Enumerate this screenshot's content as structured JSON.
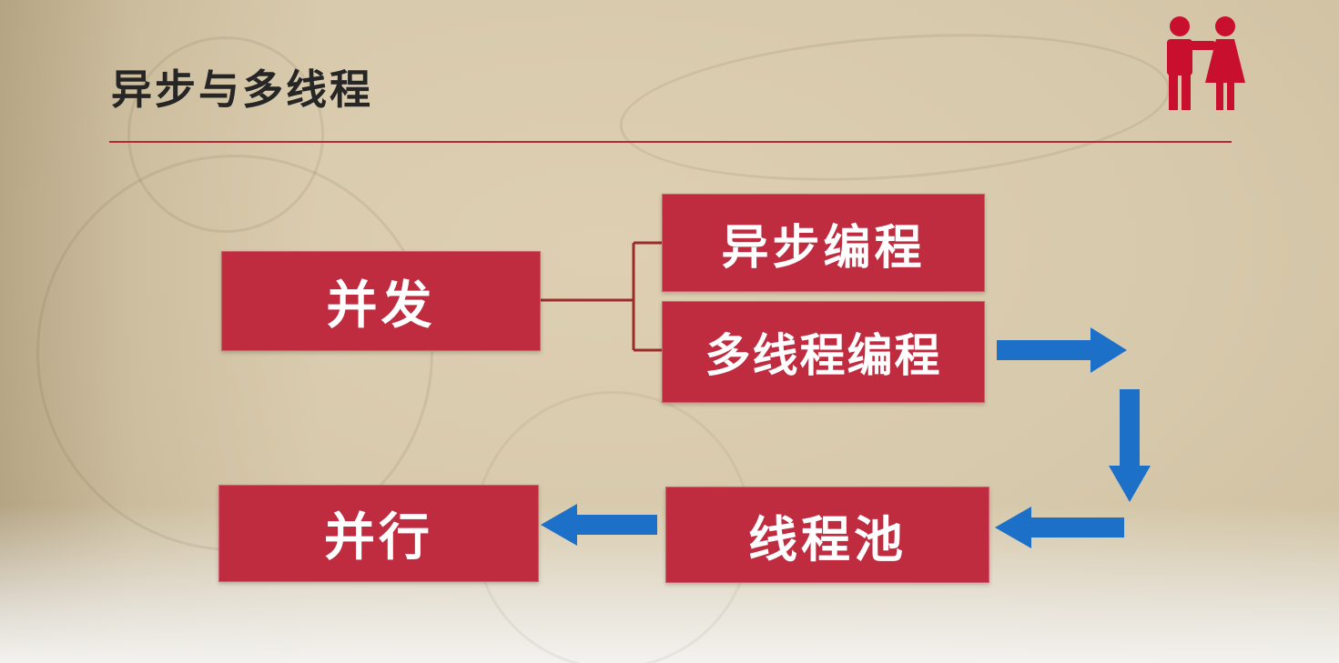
{
  "slide": {
    "title": "异步与多线程",
    "colors": {
      "background": "#d7c9ab",
      "box_red": "#bf2c40",
      "divider_red": "#b12a38",
      "connector_red": "#9a2d2a",
      "arrow_blue": "#1c70c8",
      "title_text": "#262626",
      "box_text": "#ffffff",
      "people_icon_red": "#c8102e"
    }
  },
  "diagram": {
    "nodes": {
      "concurrency": {
        "label": "并发"
      },
      "async_programming": {
        "label": "异步编程"
      },
      "multithread_programming": {
        "label": "多线程编程"
      },
      "parallel": {
        "label": "并行"
      },
      "thread_pool": {
        "label": "线程池"
      }
    },
    "connections": [
      {
        "from": "concurrency",
        "to": "async_programming",
        "style": "red-line"
      },
      {
        "from": "concurrency",
        "to": "multithread_programming",
        "style": "red-line"
      },
      {
        "from": "multithread_programming",
        "to": "thread_pool",
        "style": "blue-arrow right-down-left"
      },
      {
        "from": "thread_pool",
        "to": "parallel",
        "style": "blue-arrow left"
      }
    ]
  },
  "icons": {
    "people": "two-people-figures"
  }
}
